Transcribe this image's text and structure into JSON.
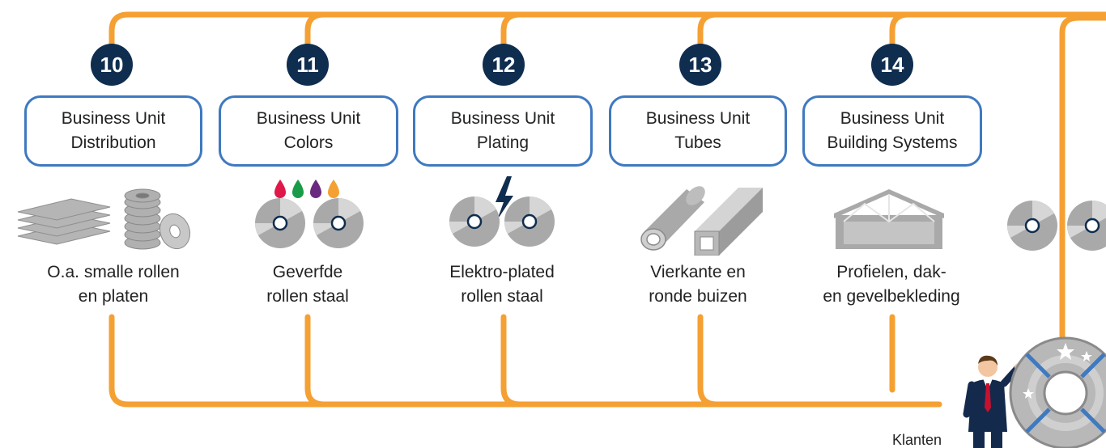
{
  "colors": {
    "connector": "#f5a033",
    "badge": "#0f2d4f",
    "box_border": "#3f79c0",
    "icon_gray": "#a9a9a9"
  },
  "units": [
    {
      "number": "10",
      "line1": "Business Unit",
      "line2": "Distribution",
      "cap1": "O.a. smalle rollen",
      "cap2": "en platen",
      "icon": "plates-and-coils-icon"
    },
    {
      "number": "11",
      "line1": "Business Unit",
      "line2": "Colors",
      "cap1": "Geverfde",
      "cap2": "rollen staal",
      "icon": "painted-coils-icon"
    },
    {
      "number": "12",
      "line1": "Business Unit",
      "line2": "Plating",
      "cap1": "Elektro-plated",
      "cap2": "rollen staal",
      "icon": "plated-coils-icon"
    },
    {
      "number": "13",
      "line1": "Business Unit",
      "line2": "Tubes",
      "cap1": "Vierkante en",
      "cap2": "ronde buizen",
      "icon": "tubes-icon"
    },
    {
      "number": "14",
      "line1": "Business Unit",
      "line2": "Building Systems",
      "cap1": "Profielen, dak-",
      "cap2": "en gevelbekleding",
      "icon": "building-icon"
    }
  ],
  "customers_label": "Klanten"
}
